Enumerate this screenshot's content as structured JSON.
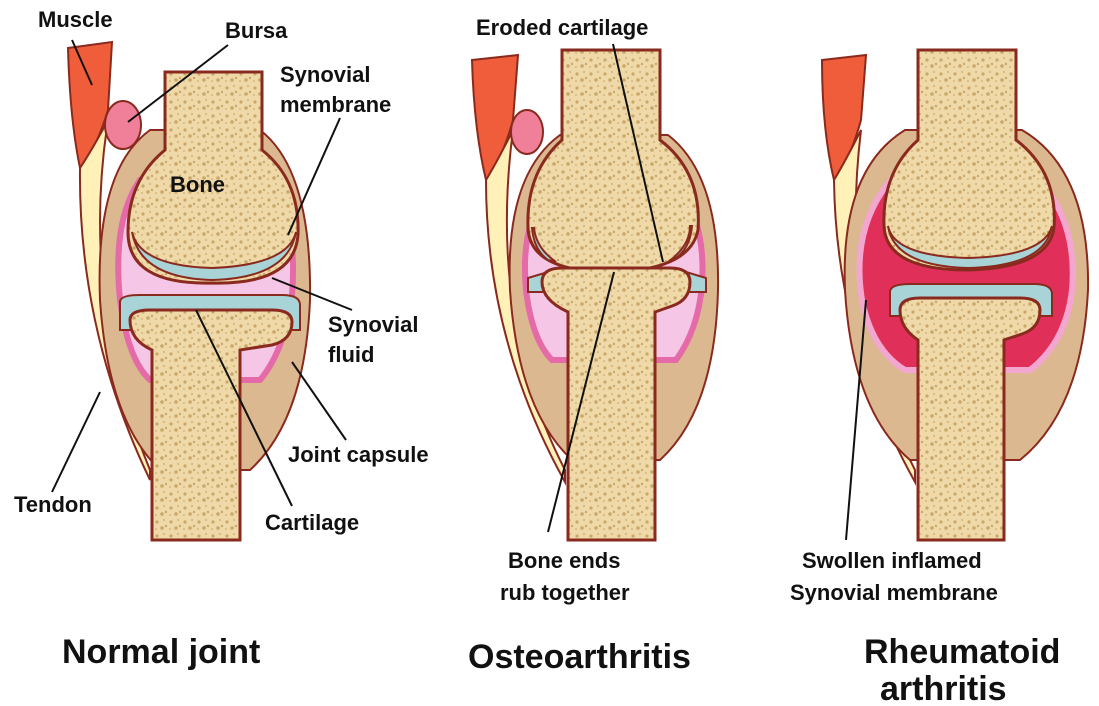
{
  "panels": [
    {
      "title": [
        "Normal joint"
      ],
      "labels": {
        "muscle": "Muscle",
        "bursa": "Bursa",
        "synovial_membrane": [
          "Synovial",
          "membrane"
        ],
        "bone": "Bone",
        "synovial_fluid": [
          "Synovial",
          "fluid"
        ],
        "joint_capsule": "Joint capsule",
        "tendon": "Tendon",
        "cartilage": "Cartilage"
      }
    },
    {
      "title": [
        "Osteoarthritis"
      ],
      "labels": {
        "eroded_cartilage": "Eroded cartilage",
        "bone_ends": [
          "Bone ends",
          "rub together"
        ]
      }
    },
    {
      "title": [
        "Rheumatoid",
        "arthritis"
      ],
      "labels": {
        "swollen": [
          "Swollen inflamed",
          "Synovial membrane"
        ]
      }
    }
  ],
  "colors": {
    "bone_fill": "#efd9a8",
    "bone_speckle": "#c9a86a",
    "outline": "#8a2a1e",
    "cartilage": "#a8d4d8",
    "synovial_fluid": "#f6c6e6",
    "synovial_membrane": "#f3a6cf",
    "capsule": "#dcb890",
    "muscle": "#ef5d3a",
    "tendon": "#fff1b8",
    "inflamed": "#e0305a",
    "bursa": "#f07f9a"
  }
}
